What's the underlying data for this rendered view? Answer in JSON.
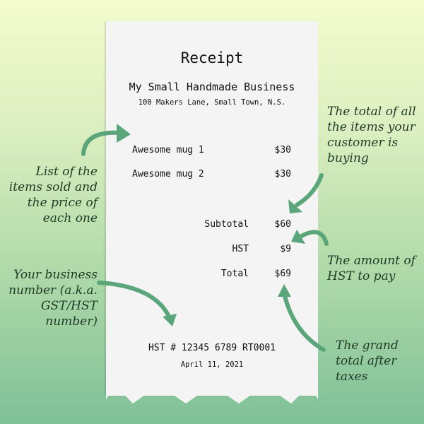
{
  "receipt": {
    "title": "Receipt",
    "business_name": "My Small Handmade Business",
    "address": "100 Makers Lane, Small Town, N.S.",
    "items": [
      {
        "name": "Awesome mug 1",
        "price": "$30"
      },
      {
        "name": "Awesome mug 2",
        "price": "$30"
      }
    ],
    "subtotal_label": "Subtotal",
    "subtotal_value": "$60",
    "tax_label": "HST",
    "tax_value": "$9",
    "total_label": "Total",
    "total_value": "$69",
    "business_number": "HST # 12345 6789 RT0001",
    "date": "April 11, 2021"
  },
  "annotations": {
    "items_note": "List of the items sold and the price of each one",
    "subtotal_note": "The total of all the items your customer is buying",
    "tax_note": "The amount of HST to pay",
    "business_number_note": "Your business number (a.k.a. GST/HST number)",
    "total_note": "The grand total after taxes"
  },
  "colors": {
    "arrow": "#5aa67a",
    "paper": "#f4f4f4",
    "bg_top": "#f4fbcd",
    "bg_bottom": "#7fc098"
  }
}
